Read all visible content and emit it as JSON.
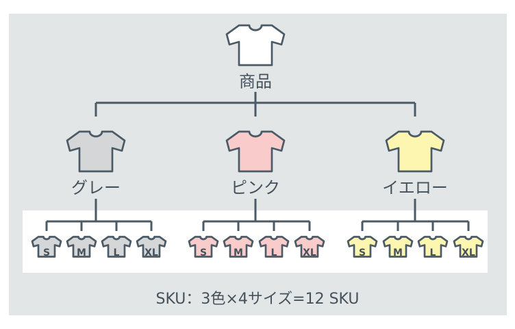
{
  "root": {
    "label": "商品",
    "color": "#ffffff"
  },
  "colors": [
    {
      "label": "グレー",
      "color": "#d5d6d7",
      "sizes": [
        "S",
        "M",
        "L",
        "XL"
      ]
    },
    {
      "label": "ピンク",
      "color": "#f9cccb",
      "sizes": [
        "S",
        "M",
        "L",
        "XL"
      ]
    },
    {
      "label": "イエロー",
      "color": "#fdf6b0",
      "sizes": [
        "S",
        "M",
        "L",
        "XL"
      ]
    }
  ],
  "footer": "SKU：3色×4サイズ=12 SKU"
}
